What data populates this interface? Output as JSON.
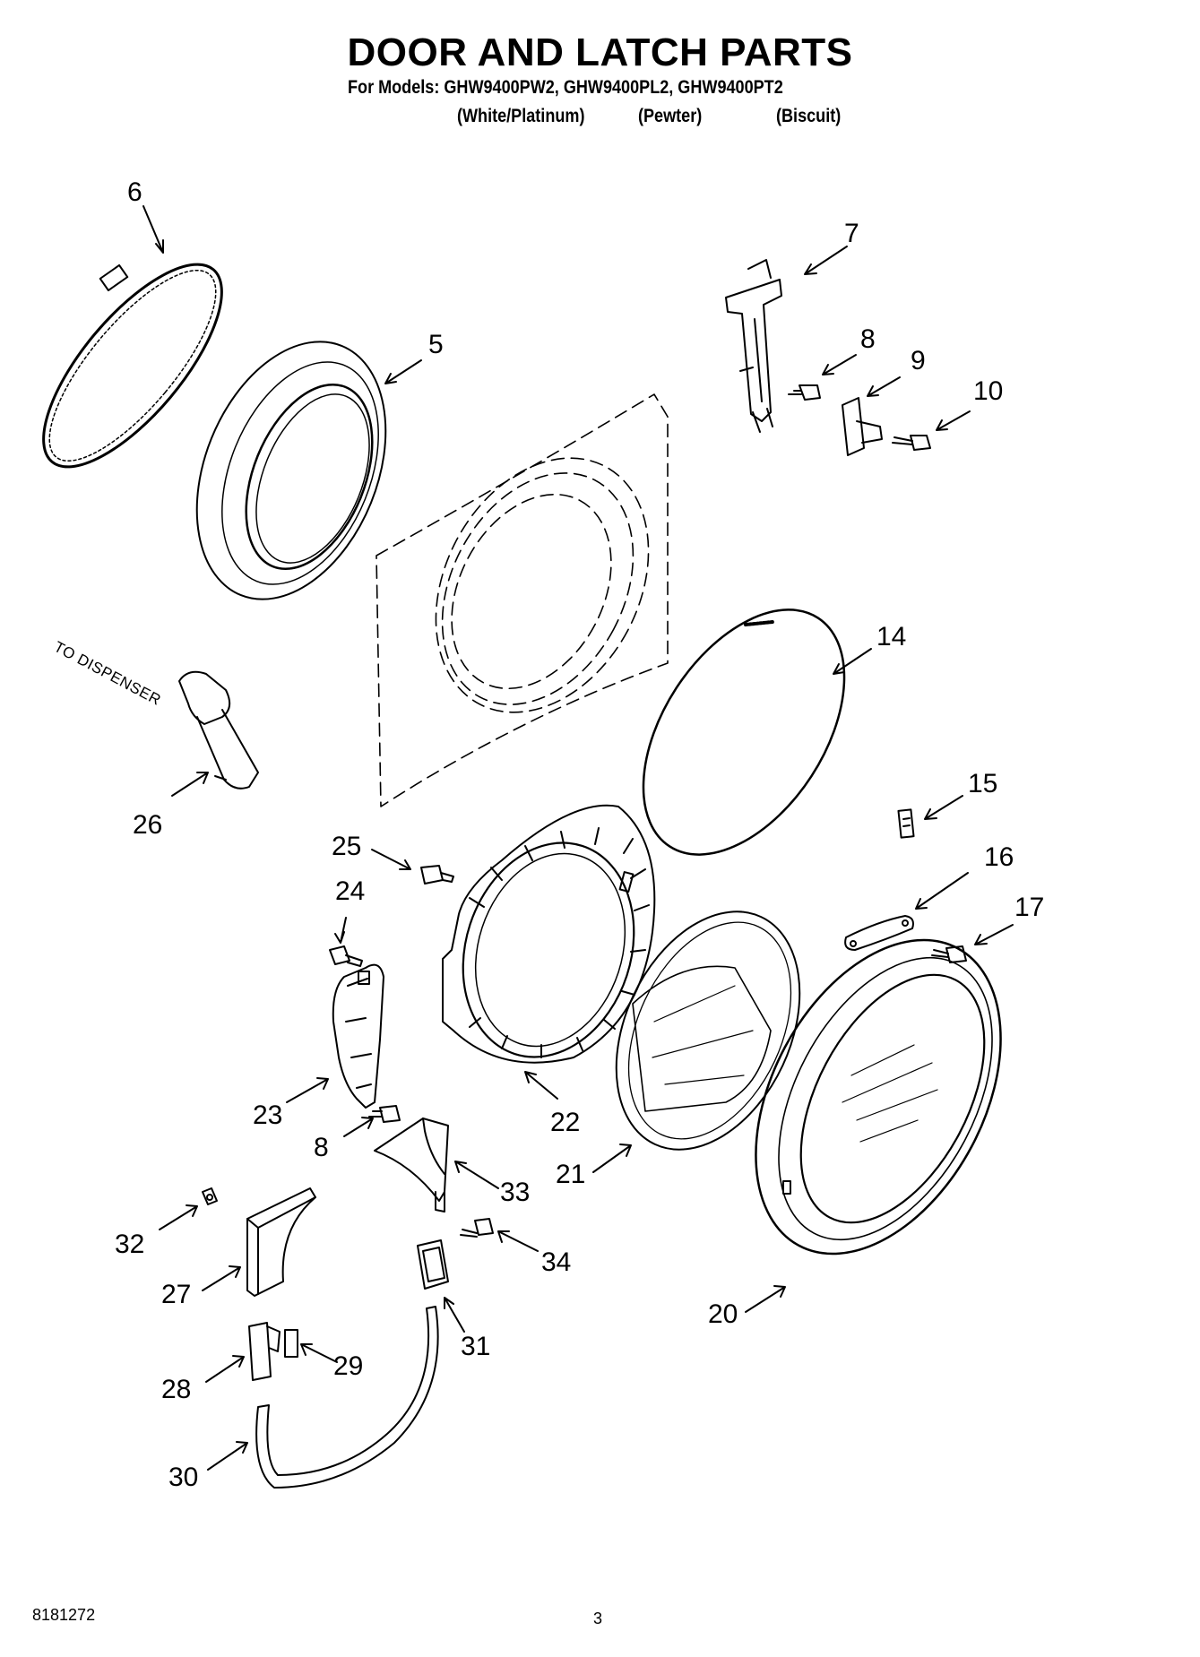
{
  "title": "DOOR AND LATCH PARTS",
  "models_line": "For Models: GHW9400PW2, GHW9400PL2, GHW9400PT2",
  "variants": [
    "(White/Platinum)",
    "(Pewter)",
    "(Biscuit)"
  ],
  "note_to_dispenser": "TO DISPENSER",
  "callouts": {
    "c6": "6",
    "c7": "7",
    "c5": "5",
    "c8a": "8",
    "c9": "9",
    "c10": "10",
    "c14": "14",
    "c26": "26",
    "c15": "15",
    "c25": "25",
    "c16": "16",
    "c24": "24",
    "c17": "17",
    "c23": "23",
    "c22": "22",
    "c8b": "8",
    "c33": "33",
    "c21": "21",
    "c32": "32",
    "c34": "34",
    "c27": "27",
    "c20": "20",
    "c31": "31",
    "c28": "28",
    "c29": "29",
    "c30": "30"
  },
  "footer": {
    "doc_number": "8181272",
    "page_number": "3"
  }
}
